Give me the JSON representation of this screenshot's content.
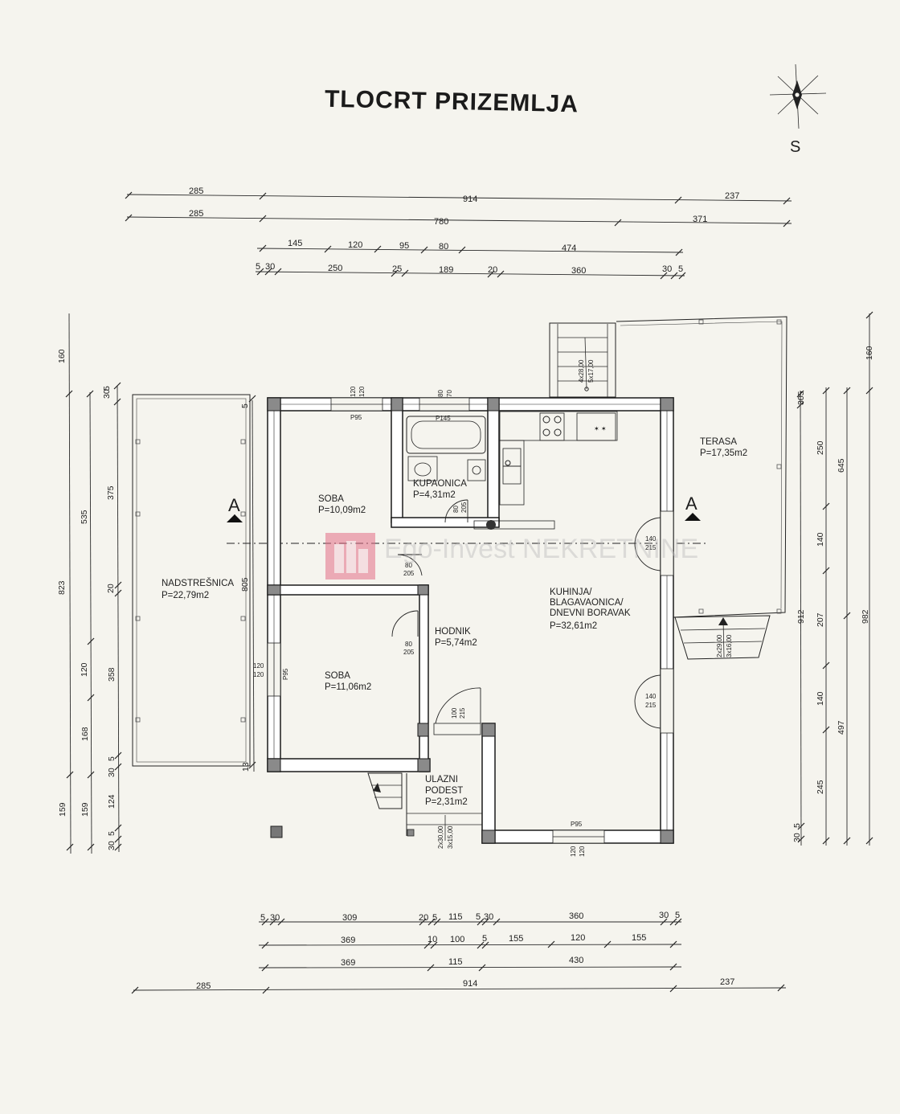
{
  "title": "TLOCRT PRIZEMLJA",
  "compass_letter": "S",
  "section_marker": "A",
  "watermark_text": "Ego-Invest NEKRETNINE",
  "rooms": {
    "soba1_name": "SOBA",
    "soba1_area": "P=10,09m2",
    "kupaonica_name": "KUPAONICA",
    "kupaonica_area": "P=4,31m2",
    "soba2_name": "SOBA",
    "soba2_area": "P=11,06m2",
    "hodnik_name": "HODNIK",
    "hodnik_area": "P=5,74m2",
    "kuhinja_l1": "KUHINJA/",
    "kuhinja_l2": "BLAGAVAONICA/",
    "kuhinja_l3": "DNEVNI BORAVAK",
    "kuhinja_area": "P=32,61m2",
    "nadstresnica_name": "NADSTREŠNICA",
    "nadstresnica_area": "P=22,79m2",
    "terasa_name": "TERASA",
    "terasa_area": "P=17,35m2",
    "ulazni_l1": "ULAZNI",
    "ulazni_l2": "PODEST",
    "ulazni_area": "P=2,31m2"
  },
  "top_dims": {
    "r1": [
      "285",
      "914",
      "237"
    ],
    "r2": [
      "285",
      "780",
      "371"
    ],
    "r3": [
      "145",
      "120",
      "95",
      "80",
      "474"
    ],
    "r4": [
      "5",
      "30",
      "250",
      "25",
      "189",
      "20",
      "360",
      "30",
      "5"
    ]
  },
  "bottom_dims": {
    "r1": [
      "5",
      "30",
      "309",
      "20",
      "5",
      "115",
      "5",
      "30",
      "360",
      "30",
      "5"
    ],
    "r2": [
      "369",
      "10",
      "100",
      "5",
      "155",
      "120",
      "155"
    ],
    "r3": [
      "369",
      "115",
      "430"
    ],
    "r4": [
      "285",
      "914",
      "237"
    ]
  },
  "left_dims": {
    "c1": [
      "160",
      "823",
      "159"
    ],
    "c2": [
      "30",
      "5",
      "535",
      "120",
      "168",
      "5",
      "30",
      "159",
      "5",
      "30"
    ],
    "c3": [
      "375",
      "20",
      "358",
      "124"
    ],
    "c4": [
      "5",
      "805",
      "13"
    ]
  },
  "right_dims": {
    "c1": [
      "305",
      "912",
      "30",
      "5"
    ],
    "c2": [
      "250",
      "140",
      "207",
      "140",
      "245"
    ],
    "c3": [
      "645",
      "497"
    ],
    "c4": [
      "160",
      "982"
    ]
  },
  "openings": {
    "p95_a": "P95",
    "p145": "P145",
    "p95_c": "P95",
    "p95_side": "P95",
    "w_top1_a": "120",
    "w_top1_b": "120",
    "w_top2_a": "80",
    "w_top2_b": "70",
    "w_bot_a": "120",
    "w_bot_b": "120",
    "w_side_a": "120",
    "w_side_b": "120",
    "d1_a": "80",
    "d1_b": "205",
    "d2_a": "80",
    "d2_b": "205",
    "d3_a": "80",
    "d3_b": "205",
    "d_entry_a": "100",
    "d_entry_b": "215",
    "d_ter1_a": "140",
    "d_ter1_b": "215",
    "d_ter2_a": "140",
    "d_ter2_b": "215"
  },
  "stairs": {
    "top_a": "4x28,00",
    "top_b": "5x17,00",
    "terasa_a": "2x29,00",
    "terasa_b": "3x16,00",
    "entry_a": "2x30,00",
    "entry_b": "3x15,00"
  }
}
